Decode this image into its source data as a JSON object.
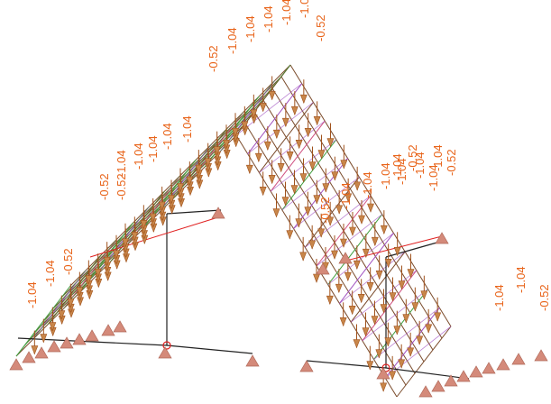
{
  "colors": {
    "load": "#e8641a",
    "arrow": "#a0521c",
    "arrow_head": "#c8864a",
    "truss": "#7a4a2a",
    "member_green": "#40a040",
    "member_purple": "#a050c0",
    "member_pink": "#d05080",
    "support": "#d48a7a",
    "frame": "#222222",
    "node_red": "#e02020"
  },
  "load_labels": [
    "-0.52",
    "-1.04",
    "-1.04",
    "-1.04",
    "-1.04",
    "-1.04",
    "-0.52",
    "-0.52",
    "-1.04",
    "-0.52",
    "-1.04",
    "-1.04",
    "-1.04",
    "-1.04",
    "-0.52",
    "-1.04",
    "-1.04",
    "-1.04",
    "-1.04",
    "-0.52",
    "-1.04",
    "-1.04",
    "-1.04",
    "-1.04",
    "-0.52",
    "-1.04",
    "-1.04",
    "-0.52"
  ]
}
